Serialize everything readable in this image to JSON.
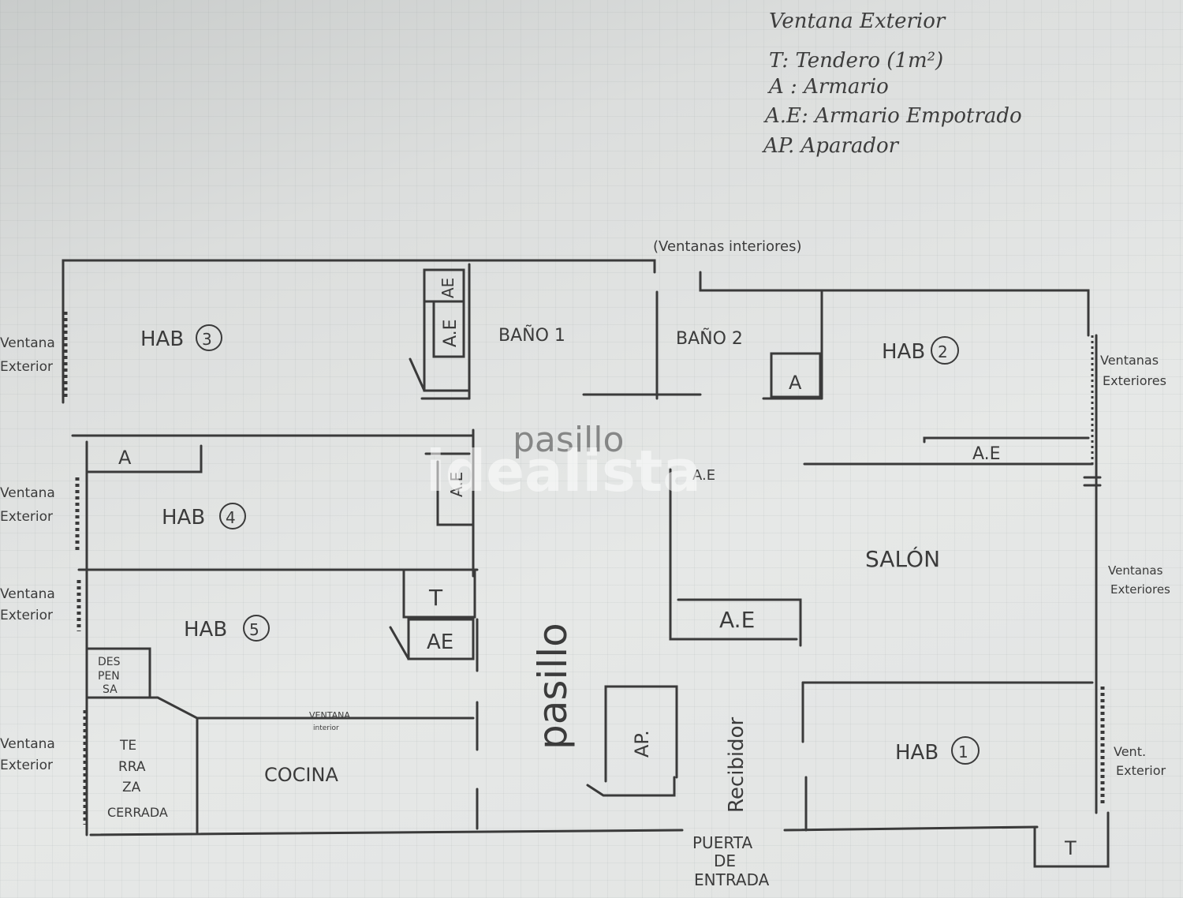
{
  "legend": {
    "ventana_exterior": "Ventana Exterior",
    "tendero": "T: Tendero (1m²)",
    "armario": "A : Armario",
    "armario_empotrado": "A.E: Armario Empotrado",
    "aparador": "AP. Aparador"
  },
  "notes": {
    "ventanas_interiores": "(Ventanas interiores)"
  },
  "rooms": {
    "hab3": "HAB",
    "hab3_num": "3",
    "hab4": "HAB",
    "hab4_num": "4",
    "hab5": "HAB",
    "hab5_num": "5",
    "hab2": "HAB",
    "hab2_num": "2",
    "hab1": "HAB",
    "hab1_num": "1",
    "bano1": "BAÑO 1",
    "bano2": "BAÑO 2",
    "salon": "SALÓN",
    "cocina": "COCINA",
    "recibidor": "Recibidor",
    "pasillo": "pasillo",
    "pasillo_upper": "pasillo"
  },
  "fixtures": {
    "ae": "A.E",
    "ae_short": "AE",
    "a": "A",
    "t": "T",
    "ap": "AP.",
    "despensa_1": "DES",
    "despensa_2": "PEN",
    "despensa_3": "SA",
    "terraza_1": "TE",
    "terraza_2": "RRA",
    "terraza_3": "ZA",
    "terraza_4": "CERRADA",
    "ventana_interior_small_1": "VENTANA",
    "ventana_interior_small_2": "interior"
  },
  "entrance": {
    "line1": "PUERTA",
    "line2": "DE",
    "line3": "ENTRADA"
  },
  "window_labels": {
    "left_hab3_1": "Ventana",
    "left_hab3_2": "Exterior",
    "left_hab4_1": "Ventana",
    "left_hab4_2": "Exterior",
    "left_hab5_1": "Ventana",
    "left_hab5_2": "Exterior",
    "left_cocina_1": "Ventana",
    "left_cocina_2": "Exterior",
    "right_hab2_1": "Ventanas",
    "right_hab2_2": "Exteriores",
    "right_salon_1": "Ventanas",
    "right_salon_2": "Exteriores",
    "right_hab1_1": "Vent.",
    "right_hab1_2": "Exterior"
  },
  "watermark": "idealista",
  "colors": {
    "ink": "#3b3b3b",
    "paper": "#e2e4e3"
  }
}
